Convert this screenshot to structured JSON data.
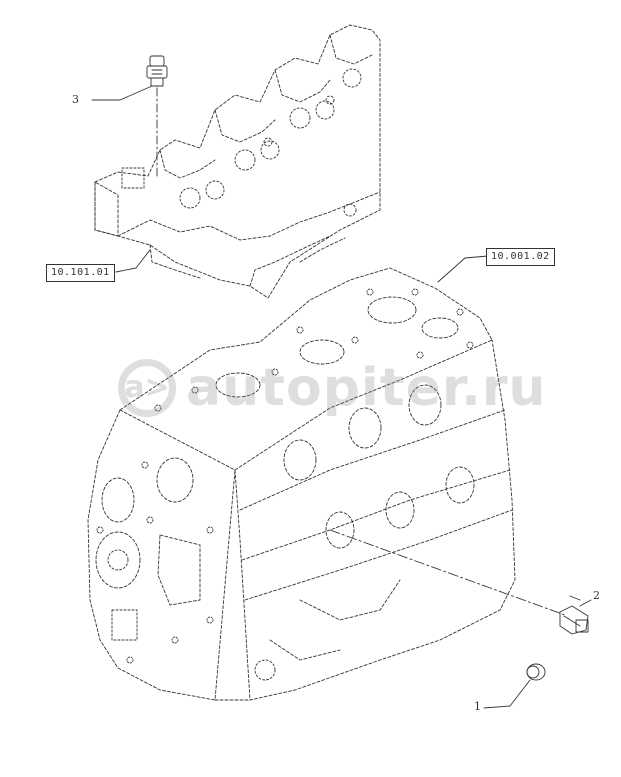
{
  "reference_boxes": {
    "head_ref": "10.101.01",
    "block_ref": "10.001.02"
  },
  "callouts": {
    "item_1": "1",
    "item_2": "2",
    "item_3": "3"
  },
  "watermark": {
    "logo_glyph": "a>",
    "text": "autopiter.ru"
  },
  "colors": {
    "line": "#333333",
    "watermark": "#8a8a8a"
  }
}
